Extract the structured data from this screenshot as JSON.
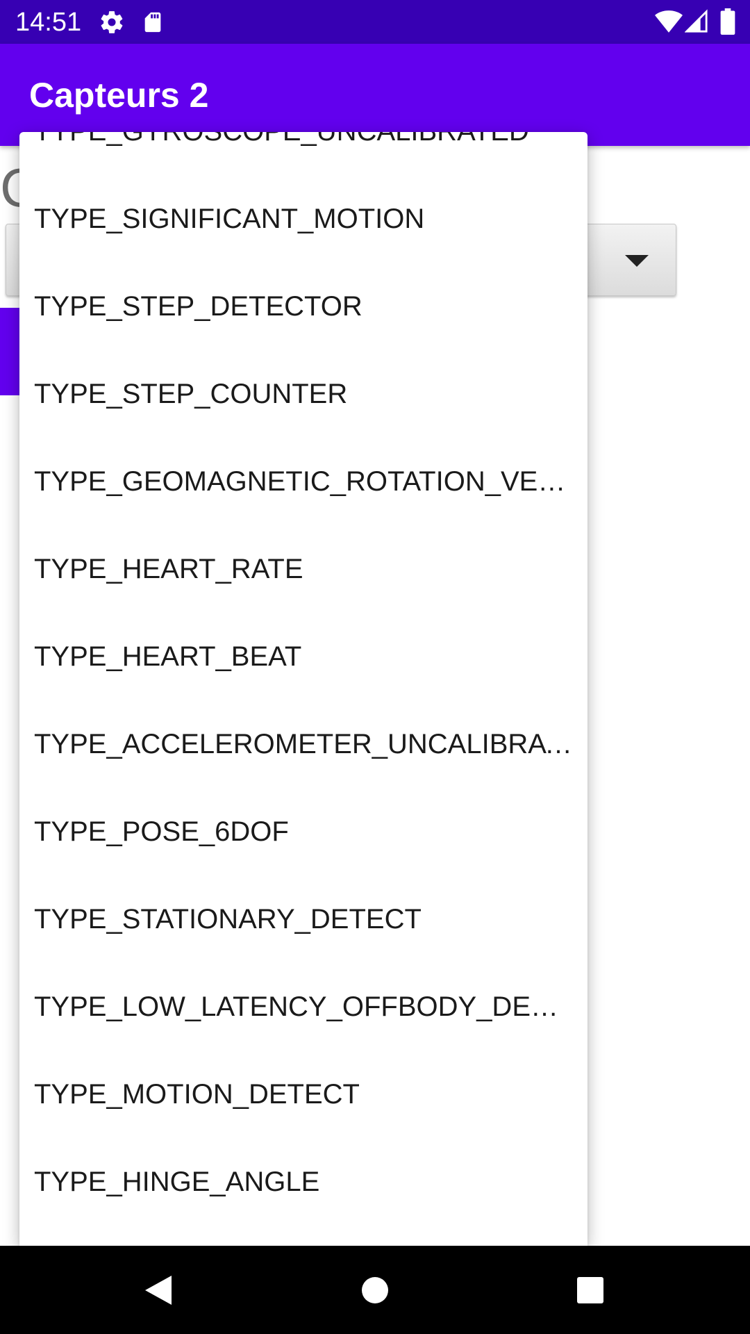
{
  "status_bar": {
    "time": "14:51",
    "icons": [
      "gear-icon",
      "sd-card-icon",
      "wifi-icon",
      "cell-signal-icon",
      "battery-icon"
    ],
    "background": "#3700b3"
  },
  "app_bar": {
    "title": "Capteurs 2",
    "background": "#6200ee"
  },
  "background_content": {
    "partial_letter": "C"
  },
  "dropdown": {
    "items": [
      "TYPE_GYROSCOPE_UNCALIBRATED",
      "TYPE_SIGNIFICANT_MOTION",
      "TYPE_STEP_DETECTOR",
      "TYPE_STEP_COUNTER",
      "TYPE_GEOMAGNETIC_ROTATION_VECT..",
      "TYPE_HEART_RATE",
      "TYPE_HEART_BEAT",
      "TYPE_ACCELEROMETER_UNCALIBRATE..",
      "TYPE_POSE_6DOF",
      "TYPE_STATIONARY_DETECT",
      "TYPE_LOW_LATENCY_OFFBODY_DETEC..",
      "TYPE_MOTION_DETECT",
      "TYPE_HINGE_ANGLE"
    ]
  },
  "nav_bar": {
    "buttons": [
      "back-icon",
      "home-icon",
      "recents-icon"
    ]
  }
}
